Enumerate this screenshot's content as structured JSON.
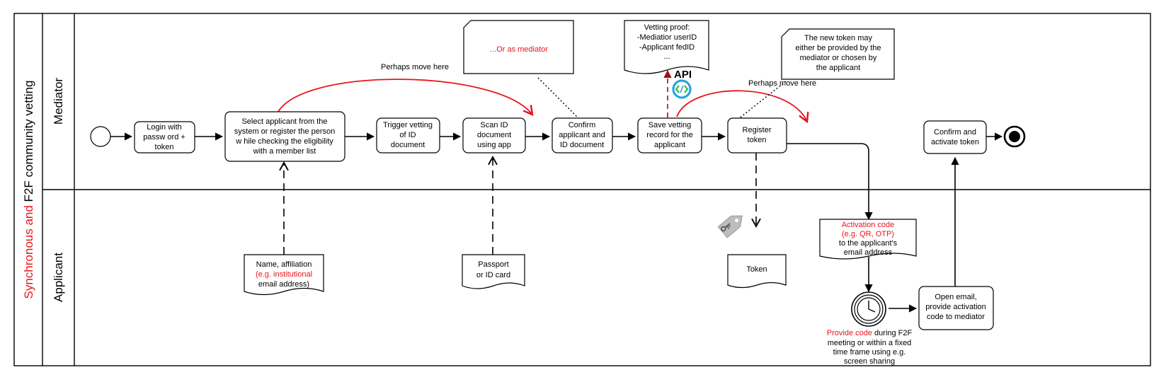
{
  "pool": {
    "label_part1": "Synchronous and",
    "label_part2": " F2F community vetting"
  },
  "lanes": {
    "mediator": "Mediator",
    "applicant": "Applicant"
  },
  "tasks": {
    "login": [
      "Login with",
      "passw ord +",
      "token"
    ],
    "select": [
      "Select applicant from the",
      "system or register the person",
      "w hile checking the eligibility",
      "with a member list"
    ],
    "trigger": [
      "Trigger vetting",
      "of  ID",
      "document"
    ],
    "scan": [
      "Scan ID",
      "document",
      "using app"
    ],
    "confirm": [
      "Confirm",
      "applicant and",
      "ID document"
    ],
    "save": [
      "Save vetting",
      "record for the",
      "applicant"
    ],
    "register": [
      "Register",
      "token"
    ],
    "activate": [
      "Confirm and",
      "activate token"
    ],
    "open_email": [
      "Open email,",
      "provide activation",
      "code to mediator"
    ]
  },
  "data_objects": {
    "name_affiliation": {
      "line1": "Name, affiliation",
      "line2_red": "(e.g. institutional",
      "line3": "email address)"
    },
    "passport": [
      "Passport",
      "or ID card"
    ],
    "token": "Token",
    "activation": {
      "line1_red": "Activation code",
      "line2_red": "(e.g. QR, OTP)",
      "line3": "to the applicant's",
      "line4": "email address"
    },
    "vetting_proof": [
      "Vetting proof:",
      "-Mediatior userID",
      "-Applicant fedID",
      "..."
    ]
  },
  "annotations": {
    "or_mediator": "...Or as mediator",
    "perhaps_left": "Perhaps move here",
    "perhaps_right": "Perhaps move here",
    "new_token": [
      "The new token may",
      "either be provided by the",
      "mediator or chosen by",
      "the applicant"
    ],
    "provide_code_red": "Provide code",
    "provide_code_rest": " during F2F",
    "provide_code_lines": [
      "meeting or within a fixed",
      "time frame using e.g.",
      "screen sharing"
    ]
  },
  "api_label": "API",
  "icons": [
    "start-event-icon",
    "end-event-icon",
    "timer-icon",
    "api-icon",
    "token-tag-icon"
  ],
  "colors": {
    "highlight": "#e8141b",
    "api_circle": "#1aa3e0",
    "api_arrows": "#3cb44b",
    "token_tag": "#bdbdbd"
  }
}
